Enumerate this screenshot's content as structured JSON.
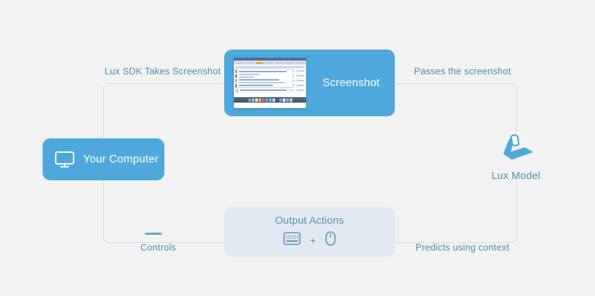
{
  "diagram": {
    "title": "Lux SDK screenshot loop",
    "background_color": "#f2f2f2",
    "accent_color": "#4fa8dc",
    "label_color": "#4a90ac",
    "connector_color": "#d8d8d8"
  },
  "nodes": {
    "computer": {
      "label": "Your Computer",
      "icon": "monitor-icon",
      "background_color": "#4fa8dc",
      "text_color": "#ffffff"
    },
    "screenshot": {
      "label": "Screenshot",
      "background_color": "#4fa8dc",
      "text_color": "#ffffff",
      "thumbnail": {
        "description": "mac desktop with browser email list and dock",
        "rows": 5
      }
    },
    "lux_model": {
      "label": "Lux Model",
      "icon": "lux-lamp-logo",
      "text_color": "#4a90ac"
    },
    "output_actions": {
      "label": "Output Actions",
      "background_color": "#e2e9f2",
      "text_color": "#5391b2",
      "plus": "+",
      "icons": [
        "keyboard-icon",
        "mouse-icon"
      ]
    }
  },
  "edges": {
    "top_left": "Lux SDK Takes Screenshot",
    "top_right": "Passes the screenshot",
    "bottom_left": "Controls",
    "bottom_right": "Predicts using context"
  }
}
